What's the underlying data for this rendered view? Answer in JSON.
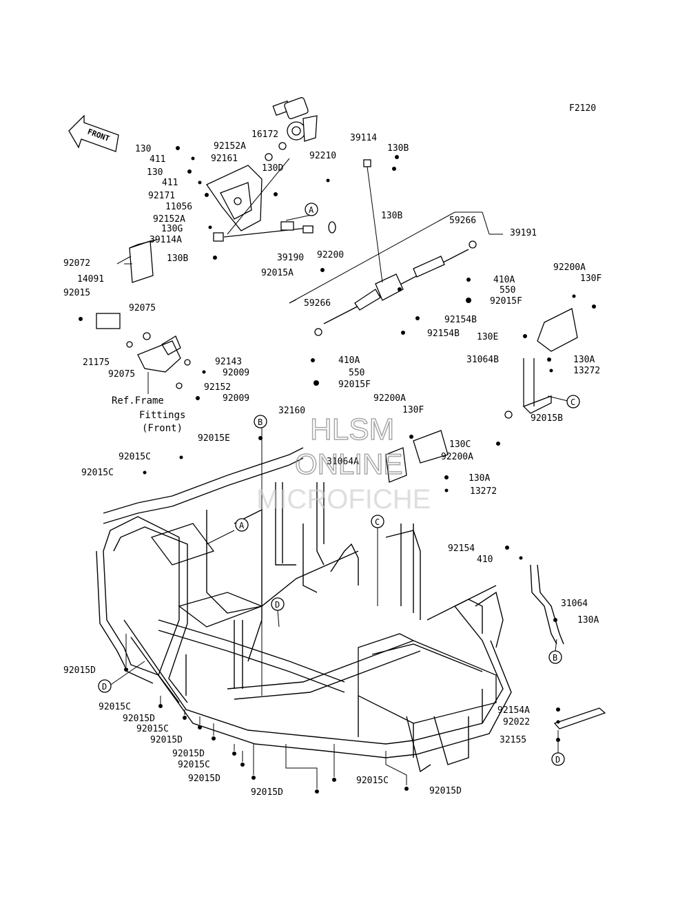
{
  "diagram_code": "F2120",
  "front_label": "FRONT",
  "ref_note": [
    "Ref.Frame",
    "Fittings",
    "(Front)"
  ],
  "watermark": {
    "line1": "HLSM",
    "line2": "ONLINE",
    "line3": "MICROFICHE",
    "color": "#9a9a9a"
  },
  "callouts": {
    "A": "A",
    "B": "B",
    "C": "C",
    "D": "D"
  },
  "part_labels": [
    "16172",
    "92152A",
    "92161",
    "130",
    "411",
    "130",
    "411",
    "92171",
    "11056",
    "92152A",
    "130G",
    "39114A",
    "130B",
    "130D",
    "92210",
    "39190",
    "92200",
    "39114",
    "130B",
    "130B",
    "59266",
    "39191",
    "410A",
    "550",
    "92015F",
    "92200A",
    "130F",
    "92154B",
    "92154B",
    "130E",
    "31064B",
    "130A",
    "13272",
    "59266",
    "410A",
    "550",
    "92015F",
    "92015A",
    "92072",
    "14091",
    "92015",
    "92075",
    "21175",
    "92075",
    "92143",
    "92009",
    "92152",
    "92009",
    "32160",
    "92015E",
    "92200A",
    "130F",
    "92015B",
    "92015C",
    "92015C",
    "31064A",
    "130C",
    "92200A",
    "130A",
    "13272",
    "92154",
    "410",
    "31064",
    "130A",
    "92015D",
    "92015C",
    "92015D",
    "92015C",
    "92015D",
    "92015D",
    "92015C",
    "92015D",
    "92015D",
    "92015C",
    "92015D",
    "92154A",
    "92022",
    "32155"
  ]
}
